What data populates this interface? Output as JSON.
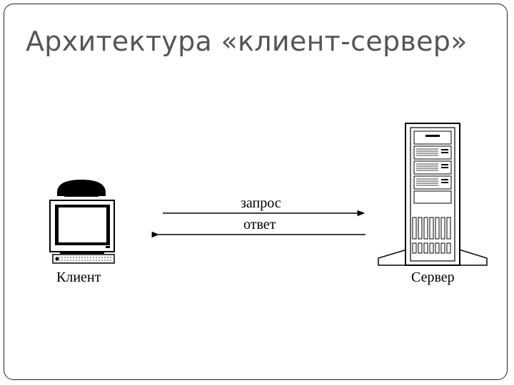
{
  "slide": {
    "title": "Архитектура «клиент-сервер»",
    "client_label": "Клиент",
    "server_label": "Сервер",
    "request_label": "запрос",
    "response_label": "ответ"
  },
  "icons": {
    "client": "desktop-computer-with-phone-icon",
    "server": "tower-server-icon"
  }
}
